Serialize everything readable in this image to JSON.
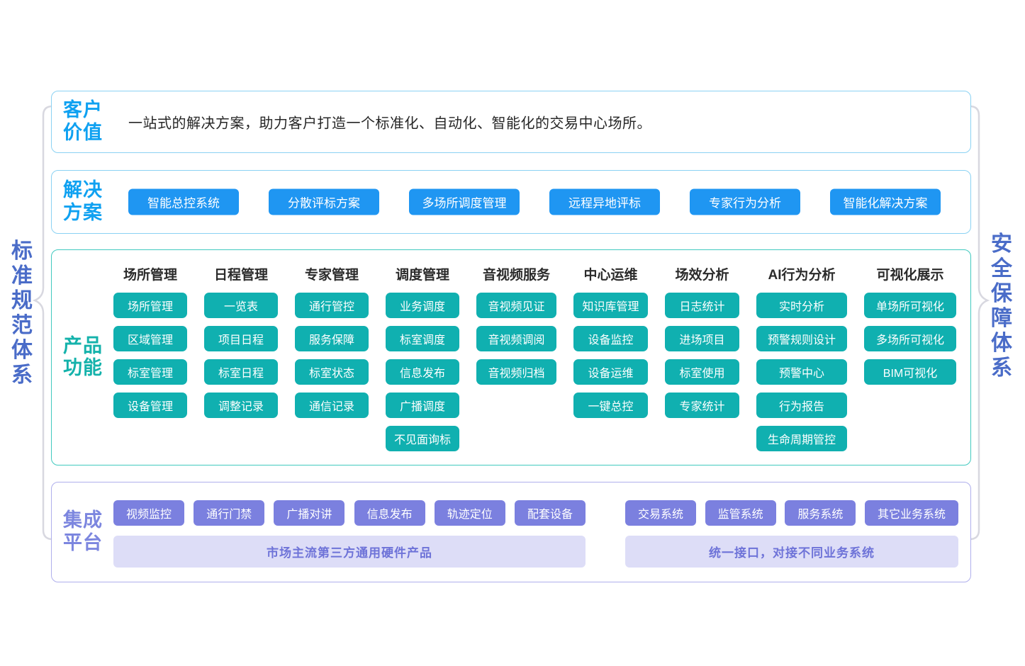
{
  "banners": {
    "left": "标准规范体系",
    "right": "安全保障体系"
  },
  "colors": {
    "accent_blue": "#1F96F2",
    "accent_teal": "#10B0B0",
    "accent_purple": "#7B80DF",
    "banner_blue": "#4A6CC8",
    "light_purple_bar": "#DDDDF7",
    "border_blue": "#8BD2F3",
    "border_teal": "#41C9BF",
    "border_purple": "#AFAFEC",
    "brace_gray": "#D8D8E0"
  },
  "sections": {
    "customer_value": {
      "label_lines": [
        "客户",
        "价值"
      ],
      "description": "一站式的解决方案，助力客户打造一个标准化、自动化、智能化的交易中心场所。"
    },
    "solutions": {
      "label_lines": [
        "解决",
        "方案"
      ],
      "items": [
        "智能总控系统",
        "分散评标方案",
        "多场所调度管理",
        "远程异地评标",
        "专家行为分析",
        "智能化解决方案"
      ]
    },
    "product_features": {
      "label_lines": [
        "产品",
        "功能"
      ],
      "columns": [
        {
          "header": "场所管理",
          "width": 104,
          "items": [
            "场所管理",
            "区域管理",
            "标室管理",
            "设备管理"
          ]
        },
        {
          "header": "日程管理",
          "width": 104,
          "items": [
            "一览表",
            "项目日程",
            "标室日程",
            "调整记录"
          ]
        },
        {
          "header": "专家管理",
          "width": 104,
          "items": [
            "通行管控",
            "服务保障",
            "标室状态",
            "通信记录"
          ]
        },
        {
          "header": "调度管理",
          "width": 104,
          "items": [
            "业务调度",
            "标室调度",
            "信息发布",
            "广播调度",
            "不见面询标"
          ]
        },
        {
          "header": "音视频服务",
          "width": 113,
          "items": [
            "音视频见证",
            "音视频调阅",
            "音视频归档"
          ]
        },
        {
          "header": "中心运维",
          "width": 105,
          "items": [
            "知识库管理",
            "设备监控",
            "设备运维",
            "一键总控"
          ]
        },
        {
          "header": "场效分析",
          "width": 105,
          "items": [
            "日志统计",
            "进场项目",
            "标室使用",
            "专家统计"
          ]
        },
        {
          "header": "AI行为分析",
          "width": 128,
          "items": [
            "实时分析",
            "预警规则设计",
            "预警中心",
            "行为报告",
            "生命周期管控"
          ]
        },
        {
          "header": "可视化展示",
          "width": 130,
          "items": [
            "单场所可视化",
            "多场所可视化",
            "BIM可视化"
          ]
        }
      ]
    },
    "integration_platform": {
      "label_lines": [
        "集成",
        "平台"
      ],
      "hardware_group": {
        "items": [
          "视频监控",
          "通行门禁",
          "广播对讲",
          "信息发布",
          "轨迹定位",
          "配套设备"
        ],
        "bar": "市场主流第三方通用硬件产品"
      },
      "business_group": {
        "items": [
          "交易系统",
          "监管系统",
          "服务系统",
          "其它业务系统"
        ],
        "bar": "统一接口，对接不同业务系统"
      }
    }
  }
}
